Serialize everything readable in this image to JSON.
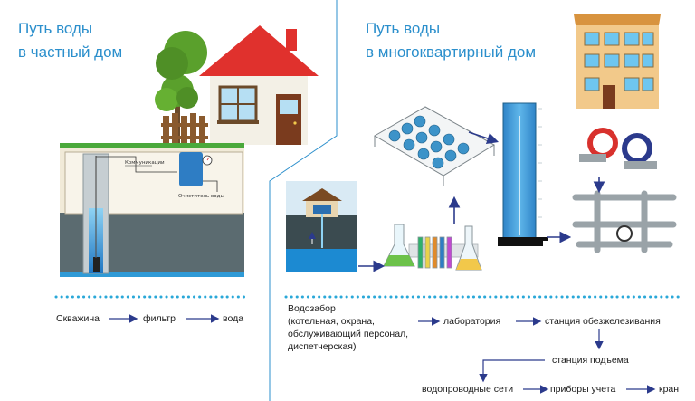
{
  "titles": {
    "private_line1": "Путь воды",
    "private_line2": "в частный дом",
    "apartment_line1": "Путь воды",
    "apartment_line2": "в многоквартирный дом"
  },
  "labels": {
    "communications": "Коммуникации",
    "water_cleaner": "Очиститель воды"
  },
  "private_flow": {
    "step1": "Скважина",
    "step2": "фильтр",
    "step3": "вода"
  },
  "apartment_flow": {
    "intake_title": "Водозабор",
    "intake_line1": "(котельная, охрана,",
    "intake_line2": "обслуживающий персонал,",
    "intake_line3": "диспетчерская)",
    "laboratory": "лаборатория",
    "deferrization": "станция обезжелезивания",
    "lifting_station": "станция подъема",
    "water_network": "водопроводные сети",
    "meters": "приборы учета",
    "tap": "кран"
  },
  "colors": {
    "title_blue": "#2b8fcc",
    "arrow_navy": "#2b3a8c",
    "dots_blue": "#2aa8d8"
  }
}
